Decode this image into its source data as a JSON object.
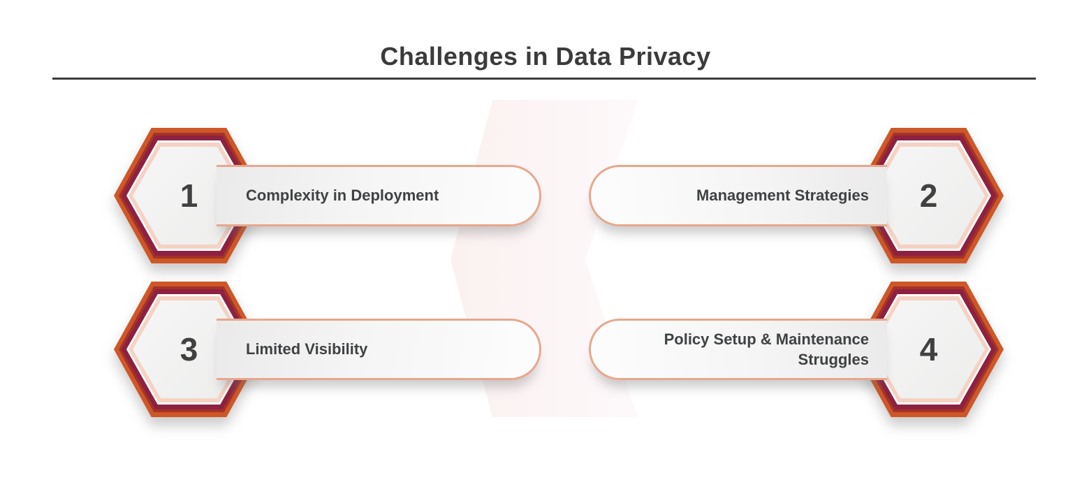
{
  "title": "Challenges in Data Privacy",
  "items": [
    {
      "number": "1",
      "label": "Complexity in Deployment"
    },
    {
      "number": "2",
      "label": "Management Strategies"
    },
    {
      "number": "3",
      "label": "Limited Visibility"
    },
    {
      "number": "4",
      "label": "Policy Setup & Maintenance Struggles"
    }
  ],
  "colors": {
    "ink": "#3b3b3b",
    "rule": "#3c3c3c",
    "orange": "#ce5727",
    "brick": "#a53227",
    "maroon": "#8c2141",
    "ring-white": "#ffffff",
    "peach": "#f5d2c3",
    "hex-fill-a": "#f7f6f6",
    "hex-fill-b": "#ededec",
    "pill-border": "#e7a78d",
    "pill-fill-a": "#ebeaea",
    "pill-fill-b": "#fdfdfd",
    "number": "#414141",
    "label": "#3f4243",
    "watermark-a": "#f7e5e4",
    "watermark-b": "#fcf2f6"
  }
}
